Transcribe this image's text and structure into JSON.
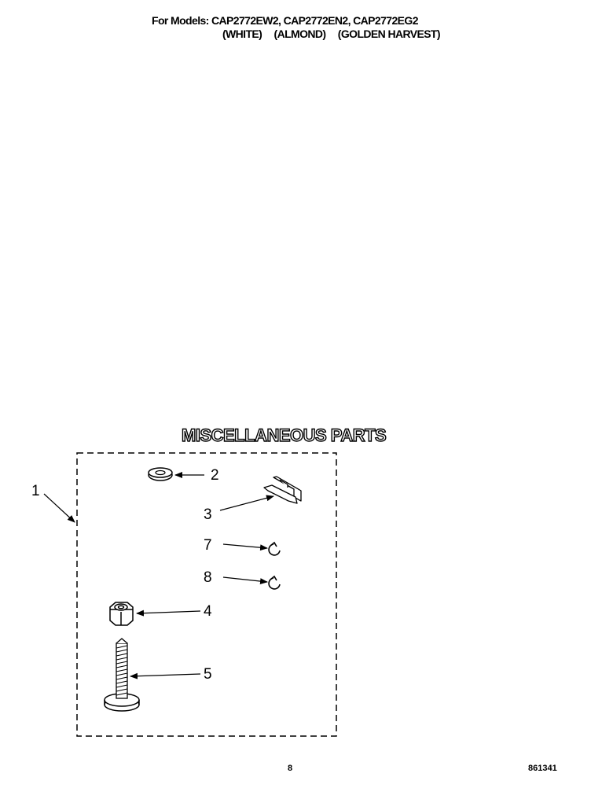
{
  "header": {
    "models": "For Models: CAP2772EW2, CAP2772EN2, CAP2772EG2",
    "colors": [
      "(WHITE)",
      "(ALMOND)",
      "(GOLDEN HARVEST)"
    ]
  },
  "section_title": "MISCELLANEOUS PARTS",
  "callouts": {
    "c1": "1",
    "c2": "2",
    "c3": "3",
    "c7": "7",
    "c8": "8",
    "c4": "4",
    "c5": "5"
  },
  "footer": {
    "page": "8",
    "doc": "861341"
  }
}
